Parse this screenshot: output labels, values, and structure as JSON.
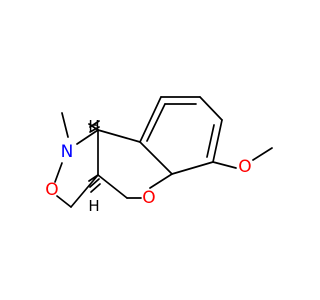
{
  "molecule": {
    "atoms": {
      "nitrogen": {
        "label": "N",
        "color": "#0000ff"
      },
      "ring_oxygen_isoxazolidine": {
        "label": "O",
        "color": "#ff0000"
      },
      "ring_oxygen_pyran": {
        "label": "O",
        "color": "#ff0000"
      },
      "methoxy_oxygen": {
        "label": "O",
        "color": "#ff0000"
      },
      "stereo_h_top": {
        "label": "H",
        "color": "#000000"
      },
      "stereo_h_bottom": {
        "label": "H",
        "color": "#000000"
      }
    },
    "bond_color": "#000000"
  }
}
